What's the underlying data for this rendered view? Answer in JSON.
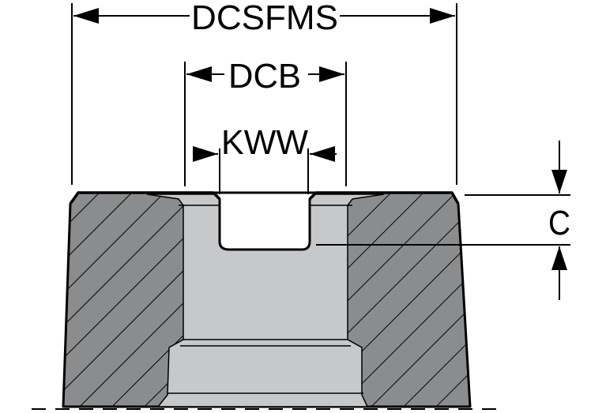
{
  "labels": {
    "dcsfms": "DCSFMS",
    "dcb": "DCB",
    "kww": "KWW",
    "c": "C"
  },
  "colors": {
    "section_fill": "#8a8c8e",
    "bore_fill": "#c6c8ca",
    "outline": "#000000",
    "background": "#ffffff"
  }
}
